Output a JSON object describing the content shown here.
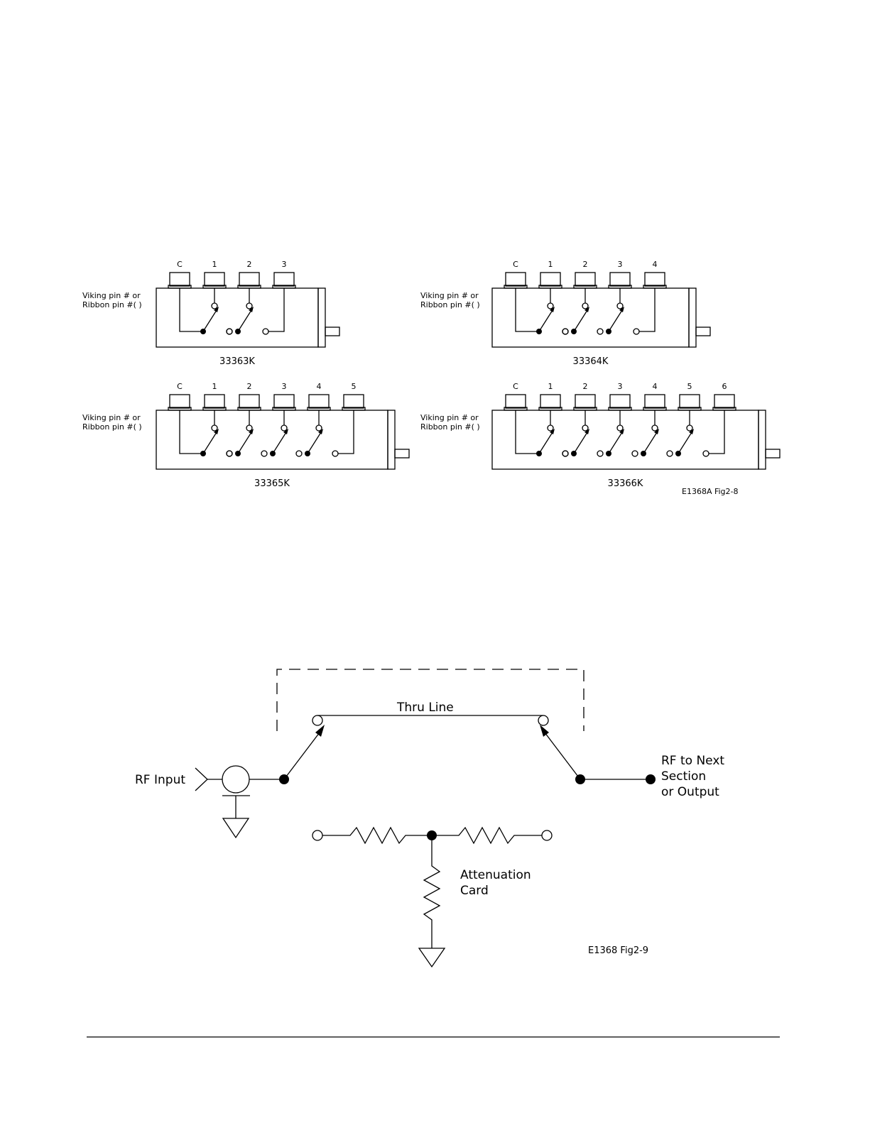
{
  "figure_2_8": {
    "pin_caption_line1": "Viking pin # or",
    "pin_caption_line2": "Ribbon pin #( )",
    "figure_id": "E1368A Fig2-8",
    "switches": [
      {
        "model": "33363K",
        "pins": [
          "C",
          "1",
          "2",
          "3"
        ]
      },
      {
        "model": "33364K",
        "pins": [
          "C",
          "1",
          "2",
          "3",
          "4"
        ]
      },
      {
        "model": "33365K",
        "pins": [
          "C",
          "1",
          "2",
          "3",
          "4",
          "5"
        ]
      },
      {
        "model": "33366K",
        "pins": [
          "C",
          "1",
          "2",
          "3",
          "4",
          "5",
          "6"
        ]
      }
    ]
  },
  "figure_2_9": {
    "rf_input": "RF Input",
    "thru_line": "Thru Line",
    "rf_output_line1": "RF to Next",
    "rf_output_line2": "Section",
    "rf_output_line3": "or Output",
    "attenuation_line1": "Attenuation",
    "attenuation_line2": "Card",
    "figure_id": "E1368 Fig2-9"
  }
}
